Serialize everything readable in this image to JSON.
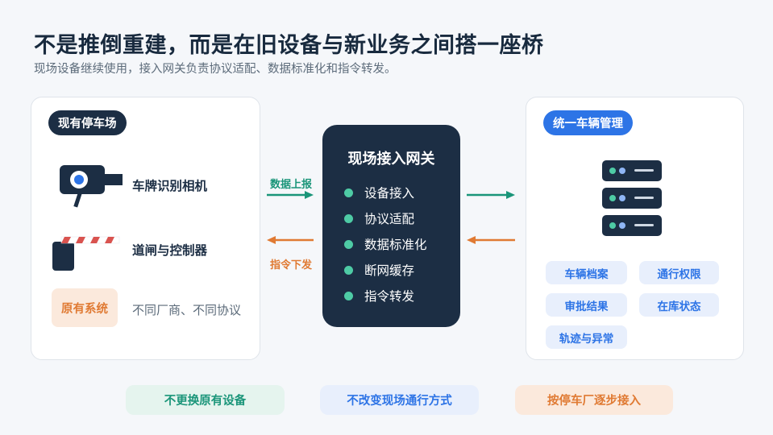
{
  "header": {
    "title": "不是推倒重建，而是在旧设备与新业务之间搭一座桥",
    "subtitle": "现场设备继续使用，接入网关负责协议适配、数据标准化和指令转发。"
  },
  "left_panel": {
    "label": "现有停车场",
    "devices": [
      {
        "label": "车牌识别相机",
        "icon": "camera-icon"
      },
      {
        "label": "道闸与控制器",
        "icon": "barrier-gate-icon"
      }
    ],
    "legacy_label": "原有系统",
    "legacy_note": "不同厂商、不同协议"
  },
  "flows": {
    "up_label": "数据上报",
    "down_label": "指令下发"
  },
  "gateway": {
    "title": "现场接入网关",
    "items": [
      "设备接入",
      "协议适配",
      "数据标准化",
      "断网缓存",
      "指令转发"
    ]
  },
  "right_panel": {
    "label": "统一车辆管理",
    "icon": "server-stack-icon",
    "tags": [
      "车辆档案",
      "通行权限",
      "审批结果",
      "在库状态",
      "轨迹与异常"
    ]
  },
  "principles": [
    "不更换原有设备",
    "不改变现场通行方式",
    "按停车厂逐步接入"
  ],
  "colors": {
    "navy": "#1c2e44",
    "blue": "#2d74e6",
    "green": "#1a9579",
    "orange": "#e07a33",
    "mint": "#4ecba5",
    "red_stripe": "#d9534f"
  }
}
